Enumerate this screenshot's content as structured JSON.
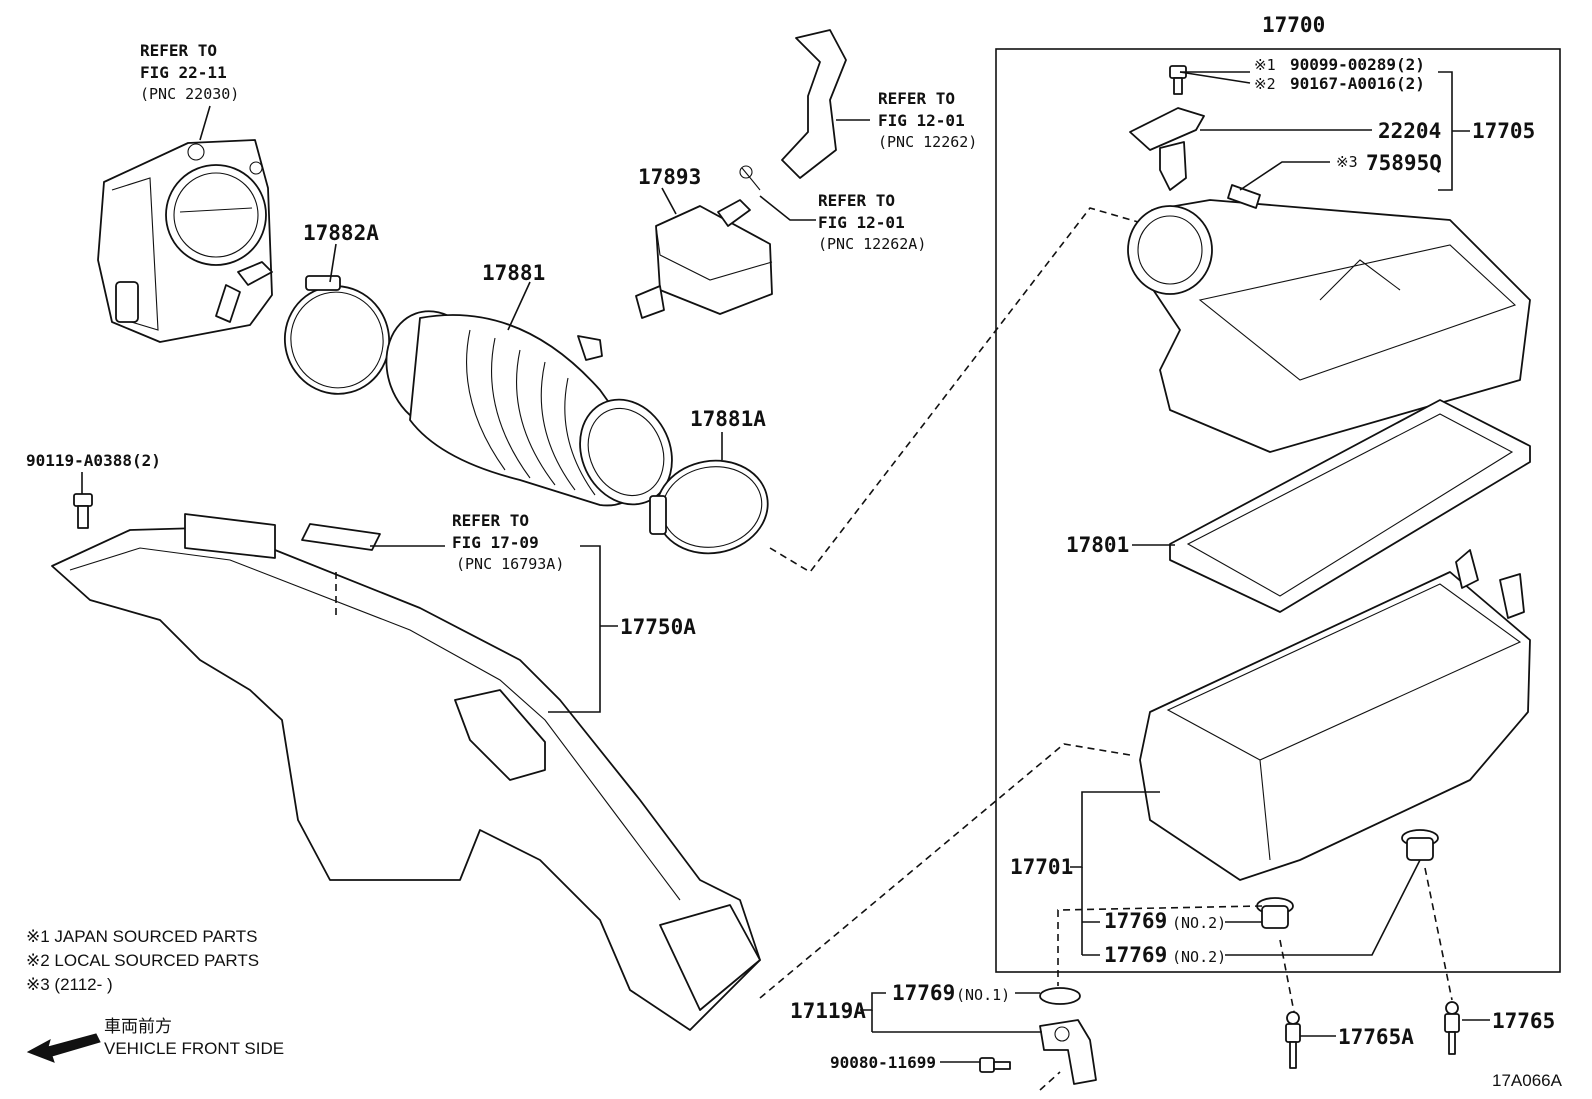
{
  "parts": {
    "p17700": "17700",
    "p90099": "90099-00289(2)",
    "p90167": "90167-A0016(2)",
    "p22204": "22204",
    "p17705": "17705",
    "p75895q": "75895Q",
    "p17893": "17893",
    "p17882a": "17882A",
    "p17881": "17881",
    "p17881a": "17881A",
    "p90119": "90119-A0388(2)",
    "p17750a": "17750A",
    "p17801": "17801",
    "p17701": "17701",
    "p17769": "17769",
    "p17119a": "17119A",
    "p90080": "90080-11699",
    "p17765a": "17765A",
    "p17765": "17765",
    "no1": "(NO.1)",
    "no2": "(NO.2)"
  },
  "marks": {
    "m1": "※1",
    "m2": "※2",
    "m3": "※3"
  },
  "refs": [
    {
      "l1": "REFER TO",
      "l2": "FIG 22-11",
      "l3": "(PNC 22030)"
    },
    {
      "l1": "REFER TO",
      "l2": "FIG 12-01",
      "l3": "(PNC 12262)"
    },
    {
      "l1": "REFER TO",
      "l2": "FIG 12-01",
      "l3": "(PNC 12262A)"
    },
    {
      "l1": "REFER TO",
      "l2": "FIG 17-09",
      "l3": "(PNC 16793A)"
    }
  ],
  "notes": {
    "n1": "※1 JAPAN SOURCED PARTS",
    "n2": "※2 LOCAL SOURCED PARTS",
    "n3": "※3 (2112-      )"
  },
  "direction": {
    "jp": "車両前方",
    "en": "VEHICLE FRONT SIDE"
  },
  "figure_id": "17A066A"
}
